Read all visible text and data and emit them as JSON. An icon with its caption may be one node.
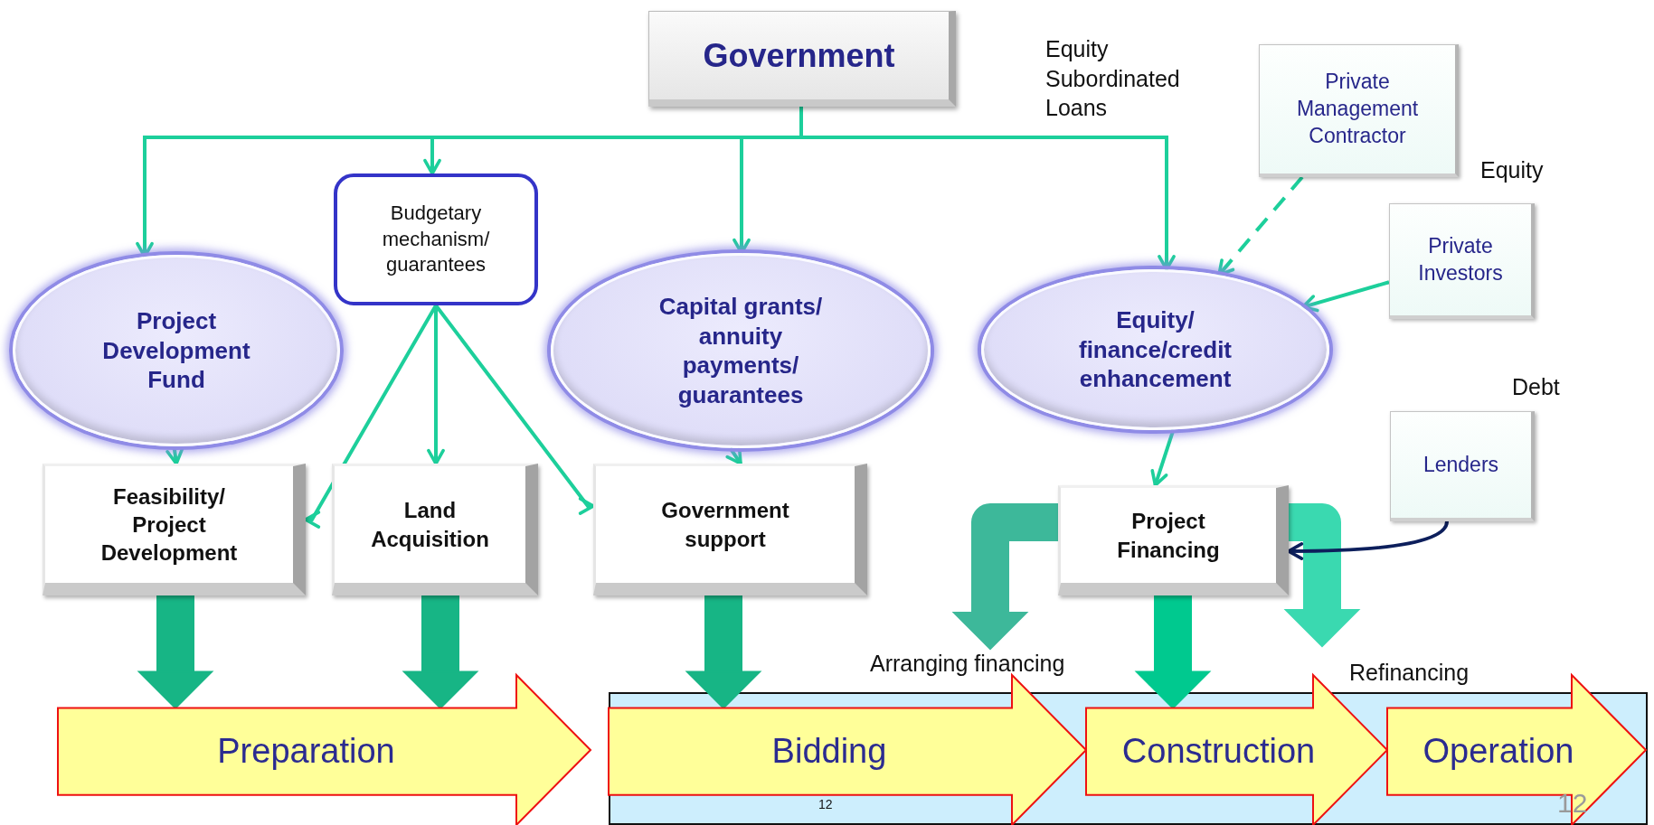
{
  "diagram": {
    "nodes": [
      {
        "text": [
          "Government"
        ]
      },
      {
        "text": [
          "Budgetary mechanism/ guarantees"
        ]
      },
      {
        "text": [
          "Project Development Fund"
        ]
      },
      {
        "text": [
          "Capital grants/ annuity payments/ guarantees"
        ]
      },
      {
        "text": [
          "Equity/ finance/credit enhancement"
        ]
      },
      {
        "text": [
          "Private Management Contractor"
        ]
      },
      {
        "text": [
          "Private Investors"
        ]
      },
      {
        "text": [
          "Lenders"
        ]
      },
      {
        "text": [
          "Feasibility/ Project Development"
        ]
      },
      {
        "text": [
          "Land Acquisition"
        ]
      },
      {
        "text": [
          "Government support"
        ]
      },
      {
        "text": [
          "Project Financing"
        ]
      },
      {
        "text": [
          "Preparation"
        ]
      },
      {
        "text": [
          "Bidding"
        ]
      },
      {
        "text": [
          "Construction"
        ]
      },
      {
        "text": [
          "Operation"
        ]
      }
    ],
    "edges": [
      {
        "from": 0,
        "to": 2,
        "arrow": "to"
      },
      {
        "from": 0,
        "to": 1,
        "arrow": "to"
      },
      {
        "from": 0,
        "to": 3,
        "arrow": "to"
      },
      {
        "from": 0,
        "to": 4,
        "arrow": "to"
      },
      {
        "from": 1,
        "to": 8,
        "arrow": "to"
      },
      {
        "from": 1,
        "to": 9,
        "arrow": "to"
      },
      {
        "from": 1,
        "to": 10,
        "arrow": "to"
      },
      {
        "from": 2,
        "to": 8,
        "arrow": "to"
      },
      {
        "from": 3,
        "to": 10,
        "arrow": "to"
      },
      {
        "from": 4,
        "to": 11,
        "arrow": "to"
      },
      {
        "from": 5,
        "to": 4,
        "arrow": "to",
        "style": "dashed"
      },
      {
        "from": 6,
        "to": 4,
        "arrow": "to"
      },
      {
        "from": 7,
        "to": 11,
        "arrow": "to",
        "color": "#0d1f5c"
      },
      {
        "from": 8,
        "to": 12,
        "arrow": "to",
        "style": "thick",
        "color": "#17b585"
      },
      {
        "from": 9,
        "to": 12,
        "arrow": "to",
        "style": "thick",
        "color": "#17b585"
      },
      {
        "from": 10,
        "to": 13,
        "arrow": "to",
        "style": "thick",
        "color": "#17b585"
      },
      {
        "from": 11,
        "to": 14,
        "arrow": "to",
        "style": "thick",
        "color": "#00c98f"
      },
      {
        "from": 11,
        "to": null,
        "arrow": "to",
        "style": "thick",
        "color": "#3db89a"
      },
      {
        "from": 11,
        "to": null,
        "arrow": "to",
        "style": "thick",
        "color": "#3ad9b0"
      }
    ],
    "labels": [
      "Equity Subordinated Loans",
      "Equity",
      "Debt",
      "Arranging financing",
      "Refinancing",
      "12",
      "12"
    ]
  }
}
